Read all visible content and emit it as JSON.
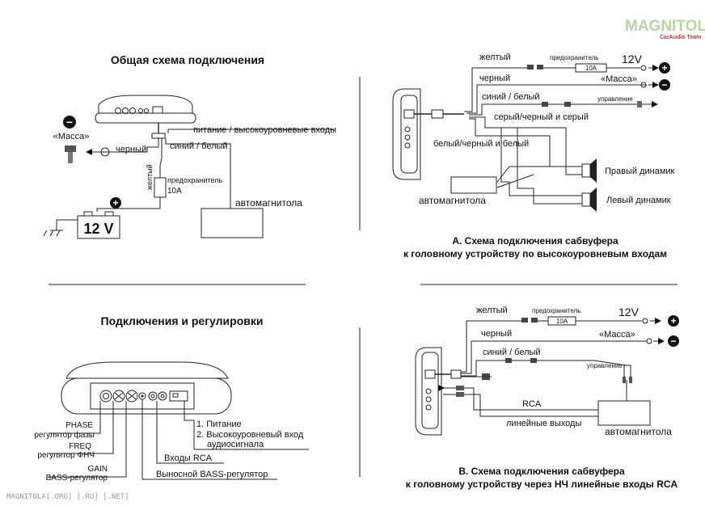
{
  "brand": {
    "logo": "MAGNITOLA",
    "sub": "CarAudio Team",
    "color_main": "#b9d3a3",
    "color_sub": "#c0392b"
  },
  "watermark": "MAGNITOLA[.ORG] [.RU] [.NET]",
  "general": {
    "title": "Общая схема подключения",
    "ground_label": "«Масса»",
    "black": "черный",
    "power_inputs": "питание / высокоуровневые входы",
    "blue_white": "синий / белый",
    "yellow": "желтый",
    "fuse": "предохранитель",
    "fuse_value": "10А",
    "battery": "12 V",
    "head_unit": "автомагнитола"
  },
  "controls": {
    "title": "Подключения и регулировки",
    "phase": "PHASE",
    "phase_ru": "регулятор фазы",
    "freq": "FREQ",
    "freq_ru": "регулятор ФНЧ",
    "gain": "GAIN",
    "gain_ru": "BASS-регулятор",
    "power_1": "1. Питание",
    "power_2": "2. Высокоуровневый вход",
    "power_3": "аудиосигнала",
    "rca_inputs": "Входы RCA",
    "remote_bass": "Выносной BASS-регулятор"
  },
  "schemeA": {
    "yellow": "желтый",
    "fuse": "предохранитель",
    "fuse_value": "10А",
    "v12": "12V",
    "black": "черный",
    "ground": "«Масса»",
    "blue_white": "синий / белый",
    "control": "управление",
    "grey": "серый/черный и серый",
    "white": "белый/черный и белый",
    "right_speaker": "Правый динамик",
    "left_speaker": "Левый динамик",
    "head_unit": "автомагнитола",
    "caption1": "А. Схема подключения сабвуфера",
    "caption2": "к головному устройству по высокоуровневым входам"
  },
  "schemeB": {
    "yellow": "желтый",
    "fuse": "предохранитель",
    "fuse_value": "10А",
    "v12": "12V",
    "black": "черный",
    "ground": "«Масса»",
    "blue_white": "синий / белый",
    "control": "управление",
    "rca": "RCA",
    "line_out": "линейные выходы",
    "head_unit": "автомагнитола",
    "caption1": "В. Схема подключения сабвуфера",
    "caption2": "к головному устройству через НЧ линейные входы RCA"
  },
  "symbols": {
    "plus": "+",
    "minus": "−"
  }
}
